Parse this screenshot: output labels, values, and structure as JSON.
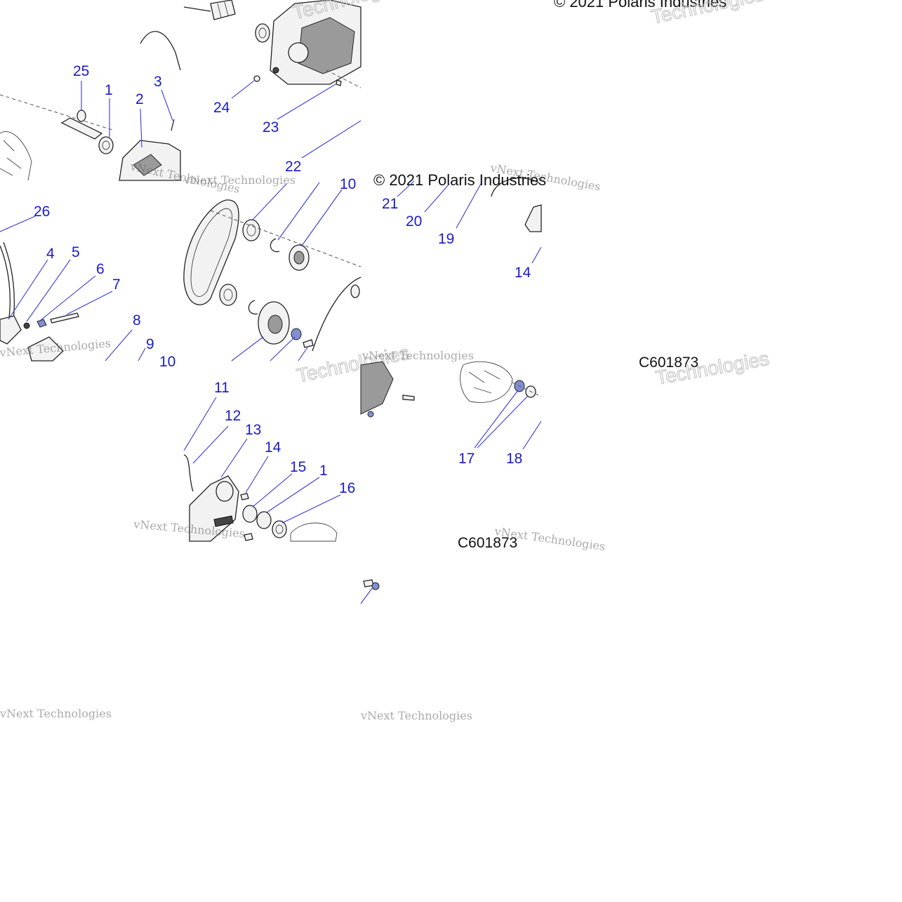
{
  "diagram": {
    "callouts": {
      "c1a": "1",
      "c2": "2",
      "c3": "3",
      "c4": "4",
      "c5": "5",
      "c6": "6",
      "c7": "7",
      "c8": "8",
      "c9": "9",
      "c10a": "10",
      "c10b": "10",
      "c11": "11",
      "c12": "12",
      "c13": "13",
      "c14a": "14",
      "c14b": "14",
      "c15": "15",
      "c1b": "1",
      "c16": "16",
      "c17": "17",
      "c18": "18",
      "c19": "19",
      "c20": "20",
      "c21": "21",
      "c22": "22",
      "c23": "23",
      "c24": "24",
      "c25": "25",
      "c26": "26"
    },
    "copyright": "© 2021 Polaris Industries",
    "drawing_code": "C601873",
    "watermarks": {
      "vnext": "vNext Technologies",
      "technologies": "Technologies"
    }
  }
}
